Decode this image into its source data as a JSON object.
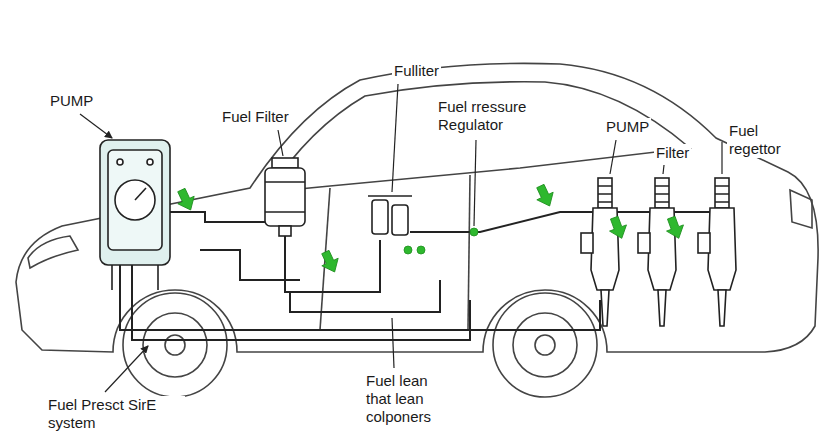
{
  "diagram": {
    "labels": [
      "Fulliter",
      "PUMP",
      "Fuel Filter",
      "Fuel rressure Regulator",
      "PUMP",
      "Filter",
      "Fuel regettor",
      "Fuel Presct SirE system",
      "Fuel lean that lean colponers"
    ]
  }
}
